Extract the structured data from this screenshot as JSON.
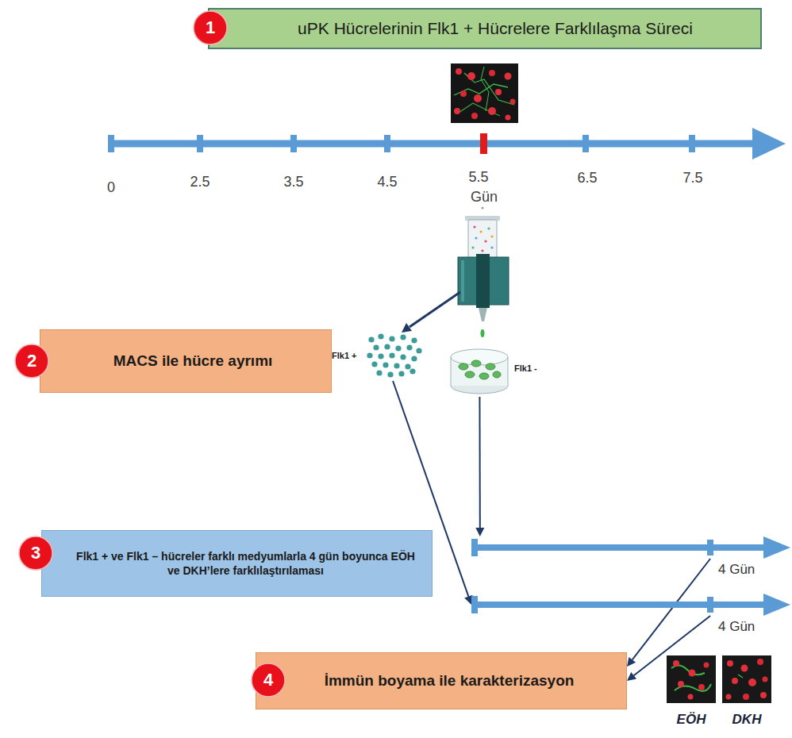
{
  "diagram": {
    "nodes": [
      {
        "text": [
          "1"
        ]
      },
      {
        "text": [
          "uPK Hücrelerinin Flk1 + Hücrelere Farklılaşma Süreci"
        ]
      },
      {
        "text": [
          "2"
        ]
      },
      {
        "text": [
          "MACS ile hücre ayrımı"
        ]
      },
      {
        "text": [
          "Flk1 +"
        ]
      },
      {
        "text": [
          "Flk1 -"
        ]
      },
      {
        "text": [
          "3"
        ]
      },
      {
        "text": [
          "Flk1 + ve Flk1 – hücreler farklı medyumlarla 4 gün boyunca EÖH ve DKH’lere farklılaştırılaması"
        ]
      },
      {
        "text": [
          "4 Gün"
        ]
      },
      {
        "text": [
          "4 Gün"
        ]
      },
      {
        "text": [
          "4"
        ]
      },
      {
        "text": [
          "İmmün boyama ile karakterizasyon"
        ]
      }
    ],
    "edges": [
      {
        "from": 5,
        "to": 8,
        "arrow": "to"
      },
      {
        "from": 4,
        "to": 9,
        "arrow": "to"
      },
      {
        "from": 8,
        "to": 11,
        "arrow": "to"
      },
      {
        "from": 9,
        "to": 11,
        "arrow": "to"
      }
    ],
    "labels": [
      "0",
      "2.5",
      "3.5",
      "4.5",
      "5.5",
      "Gün",
      "6.5",
      "7.5",
      "EÖH",
      "DKH"
    ]
  }
}
